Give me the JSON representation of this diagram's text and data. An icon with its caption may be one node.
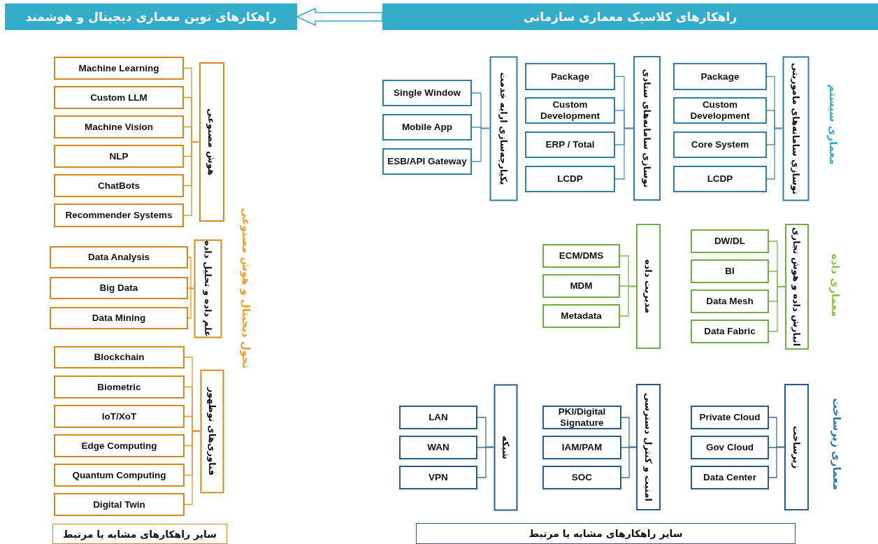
{
  "diagram": {
    "nodes": [
      {
        "text": [
          "راهکارهای نوین معماری دیجیتال و هوشمند"
        ]
      },
      {
        "text": [
          "راهکارهای کلاسیک معماری سازمانی"
        ]
      },
      {
        "text": [
          "هوش مصنوعی"
        ]
      },
      {
        "text": [
          "Machine Learning"
        ]
      },
      {
        "text": [
          "Custom LLM"
        ]
      },
      {
        "text": [
          "Machine  Vision"
        ]
      },
      {
        "text": [
          "NLP"
        ]
      },
      {
        "text": [
          "ChatBots"
        ]
      },
      {
        "text": [
          "Recommender Systems"
        ]
      },
      {
        "text": [
          "علم داده و تحلیل داده"
        ]
      },
      {
        "text": [
          "Data Analysis"
        ]
      },
      {
        "text": [
          "Big Data"
        ]
      },
      {
        "text": [
          "Data Mining"
        ]
      },
      {
        "text": [
          "فناوری‌های نوظهور"
        ]
      },
      {
        "text": [
          "Blockchain"
        ]
      },
      {
        "text": [
          "Biometric"
        ]
      },
      {
        "text": [
          "IoT/XoT"
        ]
      },
      {
        "text": [
          "Edge Computing"
        ]
      },
      {
        "text": [
          "Quantum Computing"
        ]
      },
      {
        "text": [
          "Digital Twin"
        ]
      },
      {
        "text": [
          "سایر راهکارهای مشابه یا مرتبط"
        ]
      },
      {
        "text": [
          "نوسازی سامانه‌های ماموریتی"
        ]
      },
      {
        "text": [
          "Package"
        ]
      },
      {
        "text": [
          "Custom Development"
        ]
      },
      {
        "text": [
          "Core System"
        ]
      },
      {
        "text": [
          "LCDP"
        ]
      },
      {
        "text": [
          "نوسازی سامانه‌های ستادی"
        ]
      },
      {
        "text": [
          "Package"
        ]
      },
      {
        "text": [
          "Custom Development"
        ]
      },
      {
        "text": [
          "ERP / Total"
        ]
      },
      {
        "text": [
          "LCDP"
        ]
      },
      {
        "text": [
          "یکپارچه‌سازی ارایه خدمت"
        ]
      },
      {
        "text": [
          "Single Window"
        ]
      },
      {
        "text": [
          "Mobile App"
        ]
      },
      {
        "text": [
          "ESB/API Gateway"
        ]
      },
      {
        "text": [
          "انبارش داده و هوش تجاری"
        ]
      },
      {
        "text": [
          "DW/DL"
        ]
      },
      {
        "text": [
          "BI"
        ]
      },
      {
        "text": [
          "Data Mesh"
        ]
      },
      {
        "text": [
          "Data Fabric"
        ]
      },
      {
        "text": [
          "مدیریت داده"
        ]
      },
      {
        "text": [
          "ECM/DMS"
        ]
      },
      {
        "text": [
          "MDM"
        ]
      },
      {
        "text": [
          "Metadata"
        ]
      },
      {
        "text": [
          "زیرساخت"
        ]
      },
      {
        "text": [
          "Private Cloud"
        ]
      },
      {
        "text": [
          "Gov Cloud"
        ]
      },
      {
        "text": [
          "Data Center"
        ]
      },
      {
        "text": [
          "امنیت و کنترل دسترسی"
        ]
      },
      {
        "text": [
          "PKI/Digital Signature"
        ]
      },
      {
        "text": [
          "IAM/PAM"
        ]
      },
      {
        "text": [
          "SOC"
        ]
      },
      {
        "text": [
          "شبکه"
        ]
      },
      {
        "text": [
          "LAN"
        ]
      },
      {
        "text": [
          "WAN"
        ]
      },
      {
        "text": [
          "VPN"
        ]
      },
      {
        "text": [
          "سایر راهکارهای مشابه یا مرتبط"
        ]
      }
    ],
    "edges": [
      {
        "from": 1,
        "to": 0,
        "arrow": "to",
        "color": "#35acc9"
      },
      {
        "from": 2,
        "to": 3,
        "arrow": "none"
      },
      {
        "from": 2,
        "to": 4,
        "arrow": "none"
      },
      {
        "from": 2,
        "to": 5,
        "arrow": "none"
      },
      {
        "from": 2,
        "to": 6,
        "arrow": "none"
      },
      {
        "from": 2,
        "to": 7,
        "arrow": "none"
      },
      {
        "from": 2,
        "to": 8,
        "arrow": "none"
      },
      {
        "from": 9,
        "to": 10,
        "arrow": "none"
      },
      {
        "from": 9,
        "to": 11,
        "arrow": "none"
      },
      {
        "from": 9,
        "to": 12,
        "arrow": "none"
      },
      {
        "from": 13,
        "to": 14,
        "arrow": "none"
      },
      {
        "from": 13,
        "to": 15,
        "arrow": "none"
      },
      {
        "from": 13,
        "to": 16,
        "arrow": "none"
      },
      {
        "from": 13,
        "to": 17,
        "arrow": "none"
      },
      {
        "from": 13,
        "to": 18,
        "arrow": "none"
      },
      {
        "from": 13,
        "to": 19,
        "arrow": "none"
      },
      {
        "from": 21,
        "to": 22,
        "arrow": "none",
        "color": "#4f93b8"
      },
      {
        "from": 21,
        "to": 23,
        "arrow": "none",
        "color": "#4f93b8"
      },
      {
        "from": 21,
        "to": 24,
        "arrow": "none",
        "color": "#4f93b8"
      },
      {
        "from": 21,
        "to": 25,
        "arrow": "none",
        "color": "#4f93b8"
      },
      {
        "from": 26,
        "to": 27,
        "arrow": "none",
        "color": "#4f93b8"
      },
      {
        "from": 26,
        "to": 28,
        "arrow": "none",
        "color": "#4f93b8"
      },
      {
        "from": 26,
        "to": 29,
        "arrow": "none",
        "color": "#4f93b8"
      },
      {
        "from": 26,
        "to": 30,
        "arrow": "none",
        "color": "#4f93b8"
      },
      {
        "from": 31,
        "to": 32,
        "arrow": "none",
        "color": "#4f93b8"
      },
      {
        "from": 31,
        "to": 33,
        "arrow": "none",
        "color": "#4f93b8"
      },
      {
        "from": 31,
        "to": 34,
        "arrow": "none",
        "color": "#4f93b8"
      },
      {
        "from": 35,
        "to": 36,
        "arrow": "none",
        "color": "#7fb55a"
      },
      {
        "from": 35,
        "to": 37,
        "arrow": "none",
        "color": "#7fb55a"
      },
      {
        "from": 35,
        "to": 38,
        "arrow": "none",
        "color": "#7fb55a"
      },
      {
        "from": 35,
        "to": 39,
        "arrow": "none",
        "color": "#7fb55a"
      },
      {
        "from": 40,
        "to": 41,
        "arrow": "none",
        "color": "#7fb55a"
      },
      {
        "from": 40,
        "to": 42,
        "arrow": "none",
        "color": "#7fb55a"
      },
      {
        "from": 40,
        "to": 43,
        "arrow": "none",
        "color": "#7fb55a"
      },
      {
        "from": 44,
        "to": 45,
        "arrow": "none",
        "color": "#3f6d99"
      },
      {
        "from": 44,
        "to": 46,
        "arrow": "none",
        "color": "#3f6d99"
      },
      {
        "from": 44,
        "to": 47,
        "arrow": "none",
        "color": "#3f6d99"
      },
      {
        "from": 48,
        "to": 49,
        "arrow": "none",
        "color": "#3f6d99"
      },
      {
        "from": 48,
        "to": 50,
        "arrow": "none",
        "color": "#3f6d99"
      },
      {
        "from": 48,
        "to": 51,
        "arrow": "none",
        "color": "#3f6d99"
      },
      {
        "from": 52,
        "to": 53,
        "arrow": "none",
        "color": "#3f6d99"
      },
      {
        "from": 52,
        "to": 54,
        "arrow": "none",
        "color": "#3f6d99"
      },
      {
        "from": 52,
        "to": 55,
        "arrow": "none",
        "color": "#3f6d99"
      }
    ],
    "labels": [
      "معماری سیستم",
      "معماری داده",
      "معماری زیرساخت",
      "تحول دیجیتال و هوش مصنوعی"
    ]
  }
}
